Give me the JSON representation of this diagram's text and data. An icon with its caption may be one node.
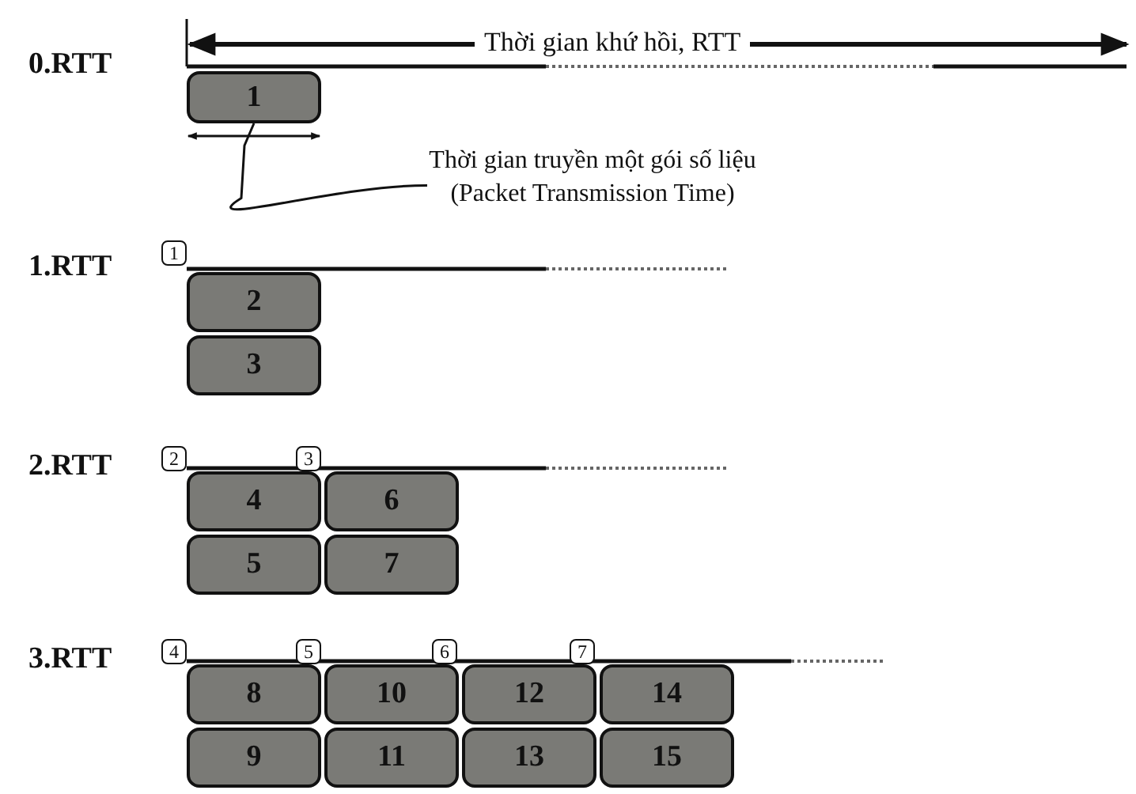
{
  "diagram": {
    "nodes": [
      {
        "text": [
          "1"
        ]
      },
      {
        "text": [
          "Thời gian truyền một gói số liệu (Packet Transmission Time)"
        ]
      },
      {
        "text": [
          "1"
        ]
      },
      {
        "text": [
          "2"
        ]
      },
      {
        "text": [
          "3"
        ]
      },
      {
        "text": [
          "2"
        ]
      },
      {
        "text": [
          "3"
        ]
      },
      {
        "text": [
          "4"
        ]
      },
      {
        "text": [
          "6"
        ]
      },
      {
        "text": [
          "5"
        ]
      },
      {
        "text": [
          "7"
        ]
      },
      {
        "text": [
          "4"
        ]
      },
      {
        "text": [
          "5"
        ]
      },
      {
        "text": [
          "6"
        ]
      },
      {
        "text": [
          "7"
        ]
      },
      {
        "text": [
          "8"
        ]
      },
      {
        "text": [
          "10"
        ]
      },
      {
        "text": [
          "12"
        ]
      },
      {
        "text": [
          "14"
        ]
      },
      {
        "text": [
          "9"
        ]
      },
      {
        "text": [
          "11"
        ]
      },
      {
        "text": [
          "13"
        ]
      },
      {
        "text": [
          "15"
        ]
      }
    ],
    "edges": [
      {
        "from": 1,
        "to": 0,
        "arrow": "none"
      }
    ],
    "labels": [
      "Thời gian khứ hồi, RTT",
      "0.RTT",
      "1.RTT",
      "2.RTT",
      "3.RTT"
    ]
  }
}
